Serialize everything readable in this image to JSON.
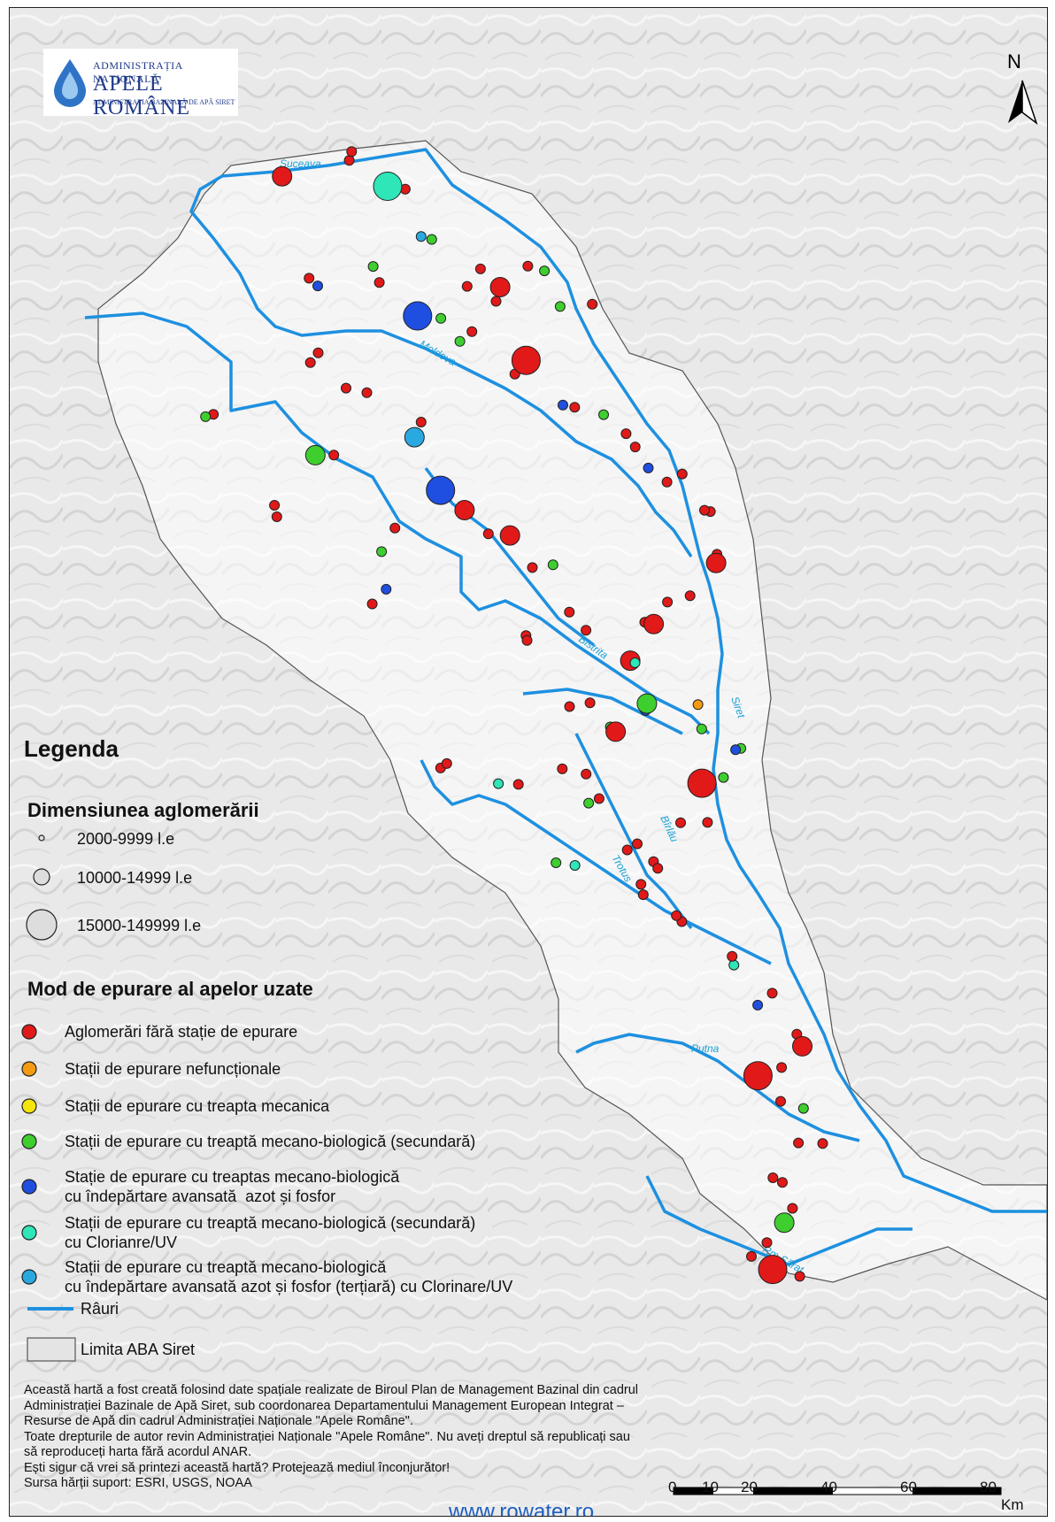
{
  "logo": {
    "line1": "ADMINISTRAȚIA NAȚIONALĂ",
    "line2": "APELE ROMÂNE",
    "line3": "ADMINISTRAȚIA BAZINALĂ DE APĂ SIRET",
    "icon": "water-drop-icon",
    "color": "#1f3a8a"
  },
  "north_label": "N",
  "rivers": [
    "Suceava",
    "Moldova",
    "Bistrita",
    "Siret",
    "Trotus",
    "Bîrlău",
    "Putna",
    "Rm Sărat"
  ],
  "legend": {
    "title": "Legenda",
    "size_heading": "Dimensiunea aglomerării",
    "sizes": [
      "2000-9999 l.e",
      "10000-14999 l.e",
      "15000-149999 l.e"
    ],
    "mode_heading": "Mod de epurare al apelor uzate",
    "modes": [
      {
        "label": "Aglomerări fără stație de epurare",
        "color": "#e11919"
      },
      {
        "label": "Stații de epurare nefuncționale",
        "color": "#f39c12"
      },
      {
        "label": "Stații de epurare cu treapta mecanica",
        "color": "#f5e50c"
      },
      {
        "label": "Stații de epurare cu treaptă mecano-biologică (secundară)",
        "color": "#3ecf2f"
      },
      {
        "label": "Stație de epurare cu treaptas mecano-biologică\ncu îndepărtare avansată  azot și fosfor",
        "color": "#1f4fe0"
      },
      {
        "label": "Stații de epurare cu treaptă mecano-biologică (secundară)\ncu Clorianre/UV",
        "color": "#2ee6b8"
      },
      {
        "label": "Stații de epurare cu treaptă mecano-biologică\ncu îndepărtare avansată azot și fosfor (terțiară) cu Clorinare/UV",
        "color": "#2aa9e0"
      }
    ],
    "rivers_label": "Râuri",
    "rivers_color": "#1e90e0",
    "boundary_label": "Limita ABA Siret"
  },
  "footer": {
    "p1": "Această hartă a fost creată folosind date spațiale realizate de Biroul Plan de Management Bazinal din cadrul Administrației Bazinale de Apă Siret, sub coordonarea Departamentului Management European Integrat – Resurse de Apă din cadrul Administrației Naționale \"Apele Române\".",
    "p2": "Toate drepturile de autor revin Administrației Naționale \"Apele Române\". Nu aveți dreptul să republicați sau să reproduceți harta fără acordul ANAR.",
    "p3": "Ești sigur că vrei să printezi această hartă? Protejează mediul înconjurător!",
    "p4": "Sursa hărții suport: ESRI, USGS, NOAA",
    "url": "www.rowater.ro"
  },
  "scale": {
    "ticks": [
      "0",
      "10",
      "20",
      "40",
      "60",
      "80"
    ],
    "unit": "Km"
  }
}
